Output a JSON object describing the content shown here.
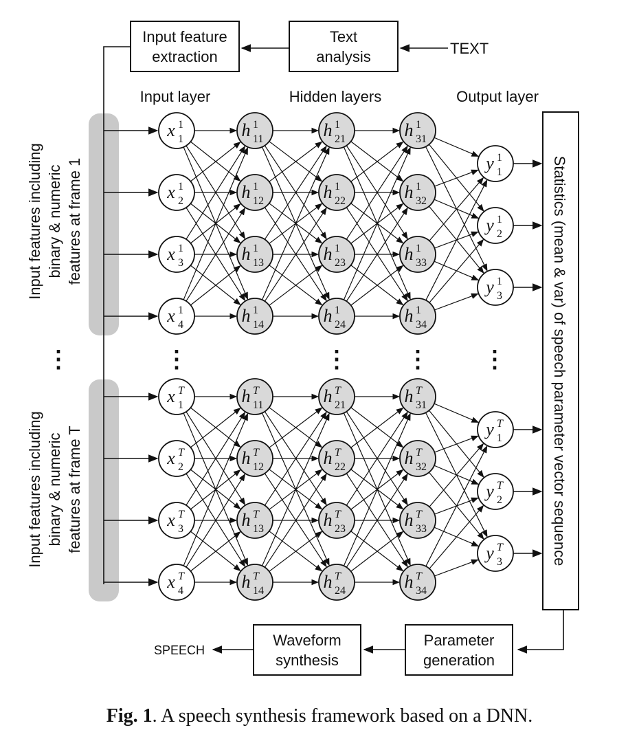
{
  "top": {
    "text_label": "TEXT",
    "text_analysis": [
      "Text",
      "analysis"
    ],
    "input_feature_extraction": [
      "Input feature",
      "extraction"
    ]
  },
  "layer_headers": {
    "input": "Input layer",
    "hidden": "Hidden layers",
    "output": "Output layer"
  },
  "side_labels": {
    "frame1": [
      "Input features including",
      "binary & numeric",
      "features at frame 1"
    ],
    "frameT": [
      "Input features including",
      "binary & numeric",
      "features at frame T"
    ]
  },
  "statistics_label": "Statistics (mean & var) of speech parameter vector sequence",
  "bottom": {
    "parameter_generation": [
      "Parameter",
      "generation"
    ],
    "waveform_synthesis": [
      "Waveform",
      "synthesis"
    ],
    "speech_label": "SPEECH"
  },
  "frames": [
    {
      "sup": "1",
      "input_nodes": [
        {
          "base": "x",
          "sub": "1"
        },
        {
          "base": "x",
          "sub": "2"
        },
        {
          "base": "x",
          "sub": "3"
        },
        {
          "base": "x",
          "sub": "4"
        }
      ],
      "hidden_layers": [
        [
          {
            "base": "h",
            "sub": "11"
          },
          {
            "base": "h",
            "sub": "12"
          },
          {
            "base": "h",
            "sub": "13"
          },
          {
            "base": "h",
            "sub": "14"
          }
        ],
        [
          {
            "base": "h",
            "sub": "21"
          },
          {
            "base": "h",
            "sub": "22"
          },
          {
            "base": "h",
            "sub": "23"
          },
          {
            "base": "h",
            "sub": "24"
          }
        ],
        [
          {
            "base": "h",
            "sub": "31"
          },
          {
            "base": "h",
            "sub": "32"
          },
          {
            "base": "h",
            "sub": "33"
          },
          {
            "base": "h",
            "sub": "34"
          }
        ]
      ],
      "output_nodes": [
        {
          "base": "y",
          "sub": "1"
        },
        {
          "base": "y",
          "sub": "2"
        },
        {
          "base": "y",
          "sub": "3"
        }
      ]
    },
    {
      "sup": "T",
      "input_nodes": [
        {
          "base": "x",
          "sub": "1"
        },
        {
          "base": "x",
          "sub": "2"
        },
        {
          "base": "x",
          "sub": "3"
        },
        {
          "base": "x",
          "sub": "4"
        }
      ],
      "hidden_layers": [
        [
          {
            "base": "h",
            "sub": "11"
          },
          {
            "base": "h",
            "sub": "12"
          },
          {
            "base": "h",
            "sub": "13"
          },
          {
            "base": "h",
            "sub": "14"
          }
        ],
        [
          {
            "base": "h",
            "sub": "21"
          },
          {
            "base": "h",
            "sub": "22"
          },
          {
            "base": "h",
            "sub": "23"
          },
          {
            "base": "h",
            "sub": "24"
          }
        ],
        [
          {
            "base": "h",
            "sub": "31"
          },
          {
            "base": "h",
            "sub": "32"
          },
          {
            "base": "h",
            "sub": "33"
          },
          {
            "base": "h",
            "sub": "34"
          }
        ]
      ],
      "output_nodes": [
        {
          "base": "y",
          "sub": "1"
        },
        {
          "base": "y",
          "sub": "2"
        },
        {
          "base": "y",
          "sub": "3"
        }
      ]
    }
  ],
  "ellipsis": "⋮",
  "caption": {
    "label": "Fig. 1",
    "text": ".  A speech synthesis framework based on a DNN."
  }
}
